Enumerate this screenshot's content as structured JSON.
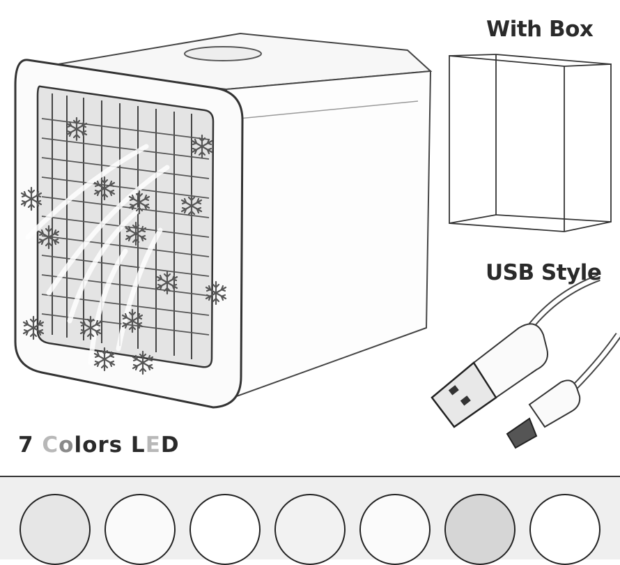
{
  "labels": {
    "with_box": "With Box",
    "usb_style": "USB Style",
    "colors_led_number": "7",
    "colors_led_c": "C",
    "colors_led_o": "o",
    "colors_led_lors": "lors",
    "colors_led_l": "L",
    "colors_led_e": "E",
    "colors_led_d": "D"
  },
  "led_colors": [
    "#e6e6e6",
    "#fafafa",
    "#ffffff",
    "#f2f2f2",
    "#fbfbfb",
    "#d6d6d6",
    "#ffffff"
  ],
  "product": {
    "icons": [
      "air-cooler-product",
      "box-outline-icon",
      "usb-cable-icon",
      "snowflake-icon"
    ]
  }
}
